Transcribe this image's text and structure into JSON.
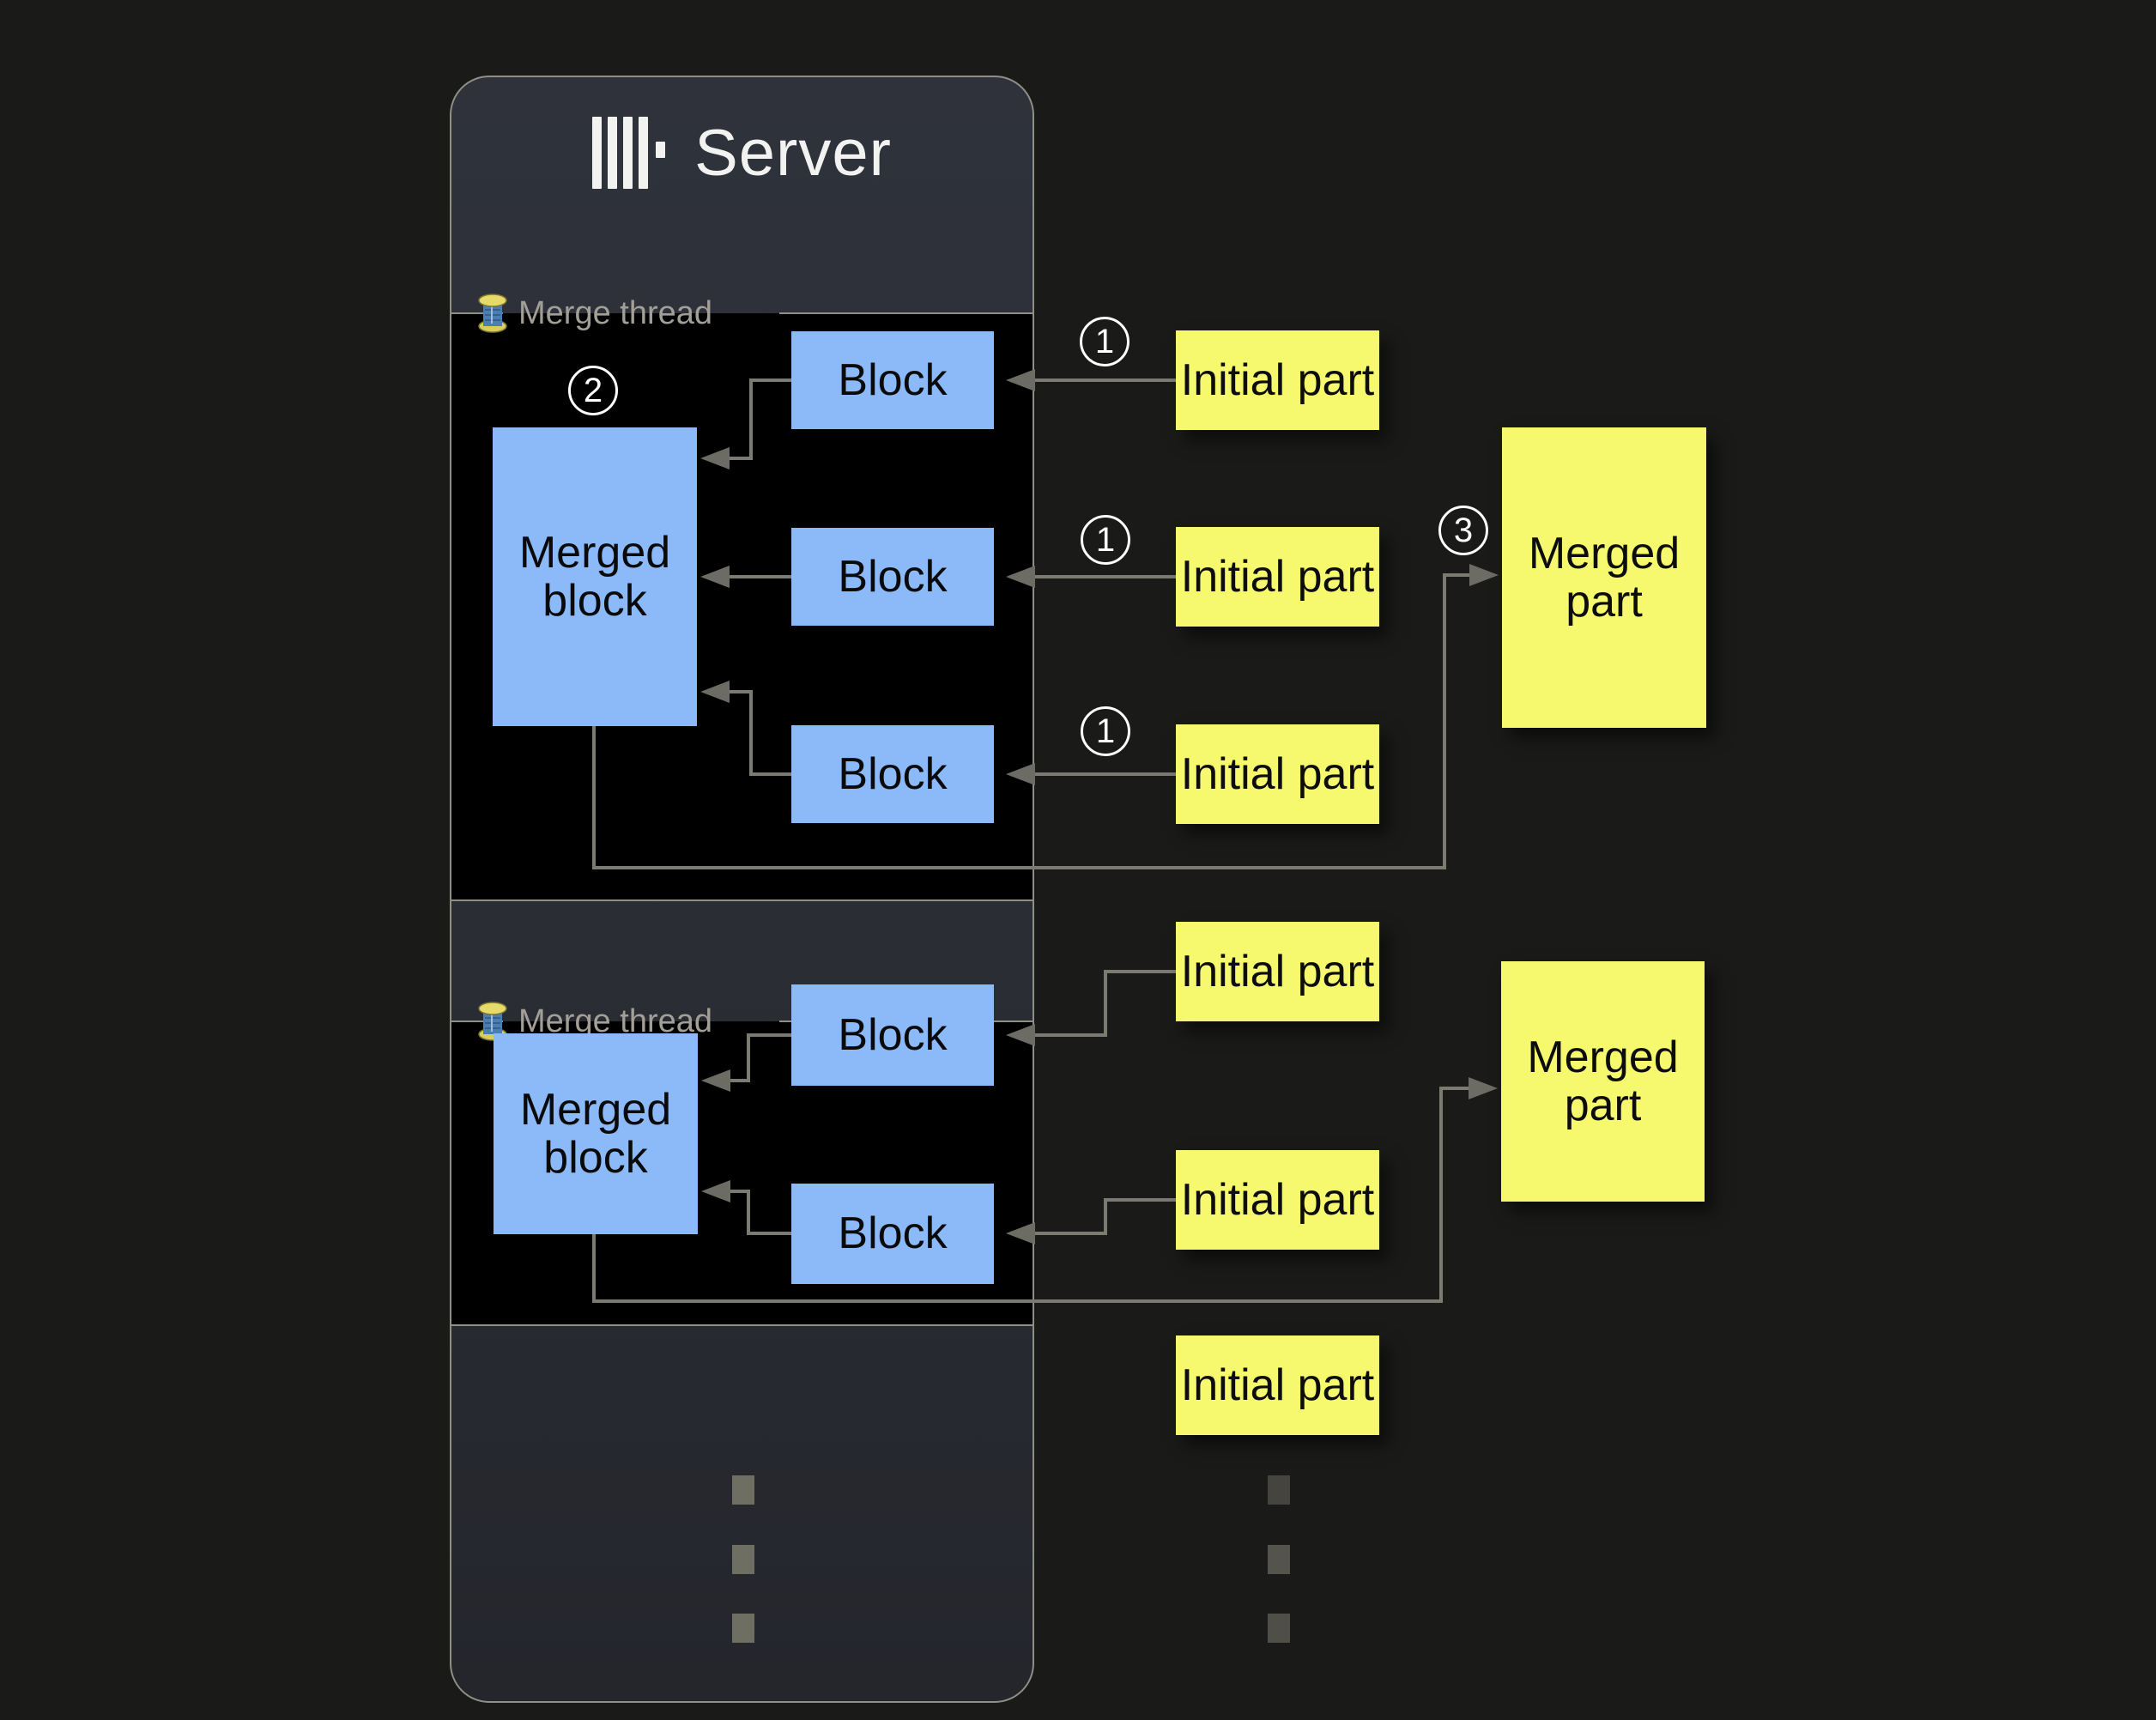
{
  "server": {
    "title": "Server"
  },
  "threads": [
    {
      "label": "Merge thread",
      "badge": "2",
      "merged_block": {
        "label": "Merged block"
      },
      "blocks": [
        {
          "label": "Block"
        },
        {
          "label": "Block"
        },
        {
          "label": "Block"
        }
      ]
    },
    {
      "label": "Merge thread",
      "merged_block": {
        "label": "Merged block"
      },
      "blocks": [
        {
          "label": "Block"
        },
        {
          "label": "Block"
        }
      ]
    }
  ],
  "initial_parts": [
    {
      "label": "Initial part",
      "badge": "1"
    },
    {
      "label": "Initial part",
      "badge": "1"
    },
    {
      "label": "Initial part",
      "badge": "1"
    },
    {
      "label": "Initial part"
    },
    {
      "label": "Initial part"
    },
    {
      "label": "Initial part"
    }
  ],
  "merged_parts": [
    {
      "label": "Merged part",
      "badge": "3"
    },
    {
      "label": "Merged part"
    }
  ],
  "colors": {
    "background": "#1a1a18",
    "panel": "#2b2e36",
    "panel_border": "#8f8f86",
    "thread_box": "#000000",
    "block_fill": "#8cbaf8",
    "part_fill": "#f6f86e",
    "connector": "#7b7b72",
    "label_text": "#a29f96",
    "badge_text": "#ffffff"
  }
}
